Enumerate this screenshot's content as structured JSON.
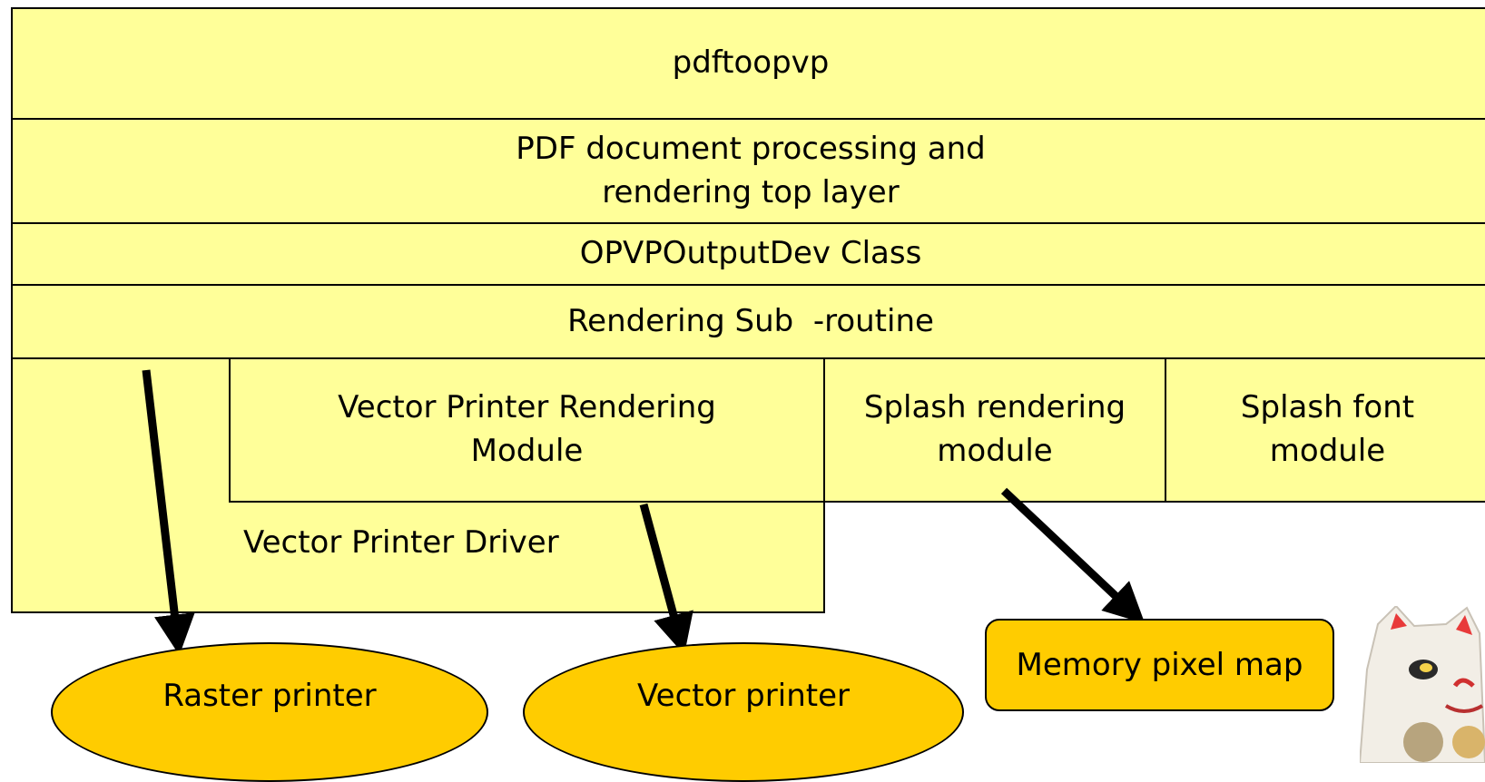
{
  "layers": {
    "top": "pdftoopvp",
    "pdf_processing": "PDF document processing and rendering top layer",
    "output_dev": "OPVPOutputDev Class",
    "subroutine": "Rendering Sub  -routine"
  },
  "modules": {
    "vector_rendering": "Vector Printer Rendering Module",
    "splash_rendering": "Splash rendering module",
    "splash_font": "Splash font module",
    "vector_driver": "Vector Printer Driver"
  },
  "outputs": {
    "raster": "Raster printer",
    "vector": "Vector printer",
    "memory": "Memory pixel map"
  },
  "colors": {
    "layer_fill": "#ffff99",
    "output_fill": "#ffcc00",
    "stroke": "#000000"
  }
}
